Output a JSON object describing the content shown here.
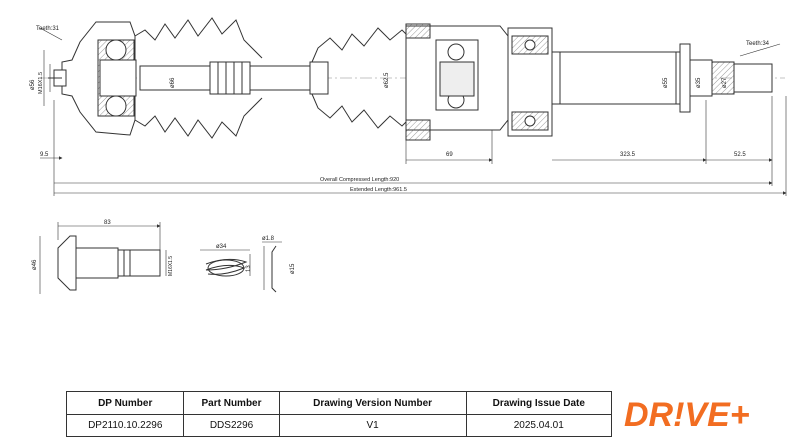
{
  "drawing": {
    "teeth_left": "Teeth:31",
    "teeth_right": "Teeth:34",
    "dim_d56": "ø56",
    "dim_thread": "M16X1.5",
    "dim_d66": "ø66",
    "dim_d625": "ø62.5",
    "dim_d55": "ø55",
    "dim_d35": "ø35",
    "dim_d27": "ø27",
    "dim_95": "9.5",
    "dim_69": "69",
    "dim_3235": "323.5",
    "dim_525": "52.5",
    "overall_length": "Overall  Compressed  Length:920",
    "extended_length": "Extended  Length:961.5",
    "detail_len_83": "83",
    "detail_d46": "ø46",
    "detail_thread": "M16X1.5",
    "detail_d34": "ø34",
    "detail_13": "13",
    "detail_d18": "ø1.8",
    "detail_d15": "ø15"
  },
  "title_block": {
    "headers": [
      "DP Number",
      "Part Number",
      "Drawing Version Number",
      "Drawing Issue Date"
    ],
    "values": [
      "DP2110.10.2296",
      "DDS2296",
      "V1",
      "2025.04.01"
    ]
  },
  "logo": {
    "text": "DR!VE+",
    "color": "#f26d21"
  }
}
